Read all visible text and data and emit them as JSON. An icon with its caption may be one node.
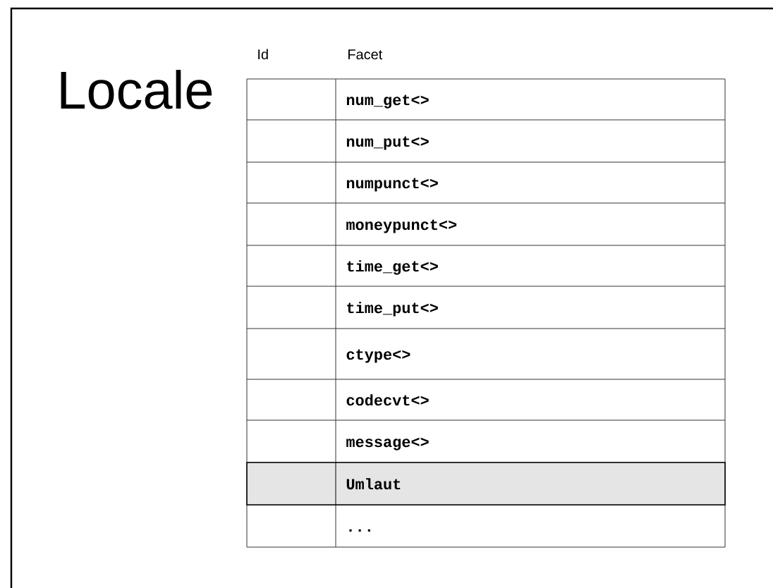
{
  "diagram": {
    "title": "Locale",
    "labels": [
      "Id",
      "Facet",
      "num_get<>",
      "num_put<>",
      "numpunct<>",
      "moneypunct<>",
      "time_get<>",
      "time_put<>",
      "ctype<>",
      "codecvt<>",
      "message<>",
      "Umlaut",
      "..."
    ]
  }
}
